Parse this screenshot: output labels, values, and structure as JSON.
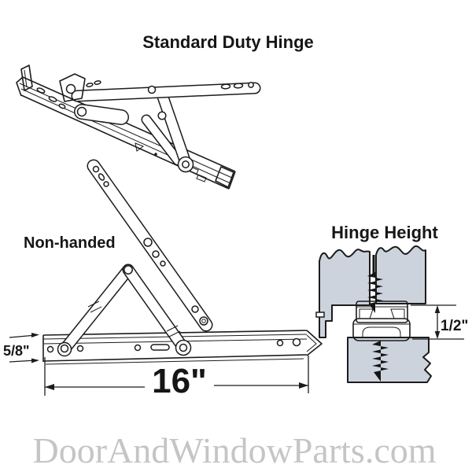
{
  "diagram": {
    "title": "Standard Duty Hinge",
    "handedness_label": "Non-handed",
    "detail_title": "Hinge Height",
    "dimensions": {
      "track_height": "5/8\"",
      "track_length": "16\"",
      "hinge_stack_height": "1/2\""
    },
    "colors": {
      "line": "#1c1c1c",
      "wood_fill": "#ccd3dd",
      "background": "#ffffff",
      "watermark": "#c5c5c5"
    }
  },
  "watermark": {
    "text": "DoorAndWindowParts.com"
  }
}
